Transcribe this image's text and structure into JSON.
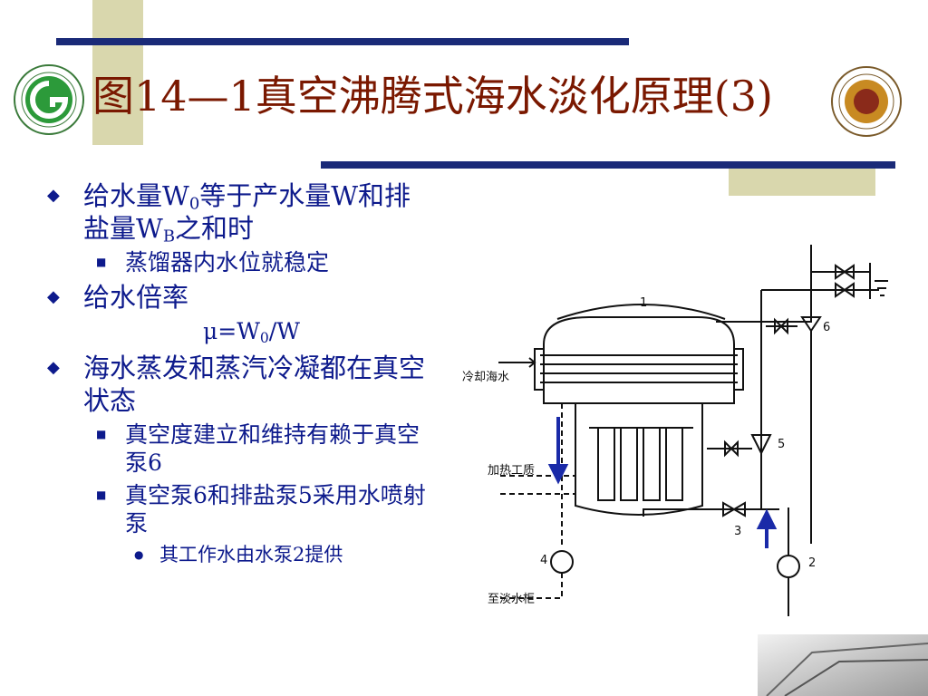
{
  "title": "图14—1真空沸腾式海水淡化原理(3)",
  "bullets": {
    "b1": {
      "text_a": "给水量W",
      "sub_a": "0",
      "text_b": "等于产水量W和排盐量W",
      "sub_b": "B",
      "text_c": "之和时"
    },
    "b1_sub": "蒸馏器内水位就稳定",
    "b2": "给水倍率",
    "formula": {
      "a": "μ=W",
      "sub": "0",
      "b": "/W"
    },
    "b3": "海水蒸发和蒸汽冷凝都在真空状态",
    "b3_subs": [
      "真空度建立和维持有赖于真空泵6",
      "真空泵6和排盐泵5采用水喷射泵"
    ],
    "b3_subsub": "其工作水由水泵2提供"
  },
  "diagram": {
    "labels": {
      "cooling": "冷却海水",
      "heating": "加热工质",
      "to_tank": "至淡水柜",
      "n1": "1",
      "n2": "2",
      "n3": "3",
      "n4": "4",
      "n5": "5",
      "n6": "6"
    }
  },
  "colors": {
    "title": "#7a1800",
    "text": "#0d1a8c",
    "rule": "#1a2a78",
    "deco": "#d9d7ad",
    "arrow": "#1a2aa8"
  },
  "icons": [
    "university-logo-icon",
    "college-logo-icon",
    "diamond-bullet-icon",
    "square-bullet-icon",
    "dot-bullet-icon"
  ]
}
